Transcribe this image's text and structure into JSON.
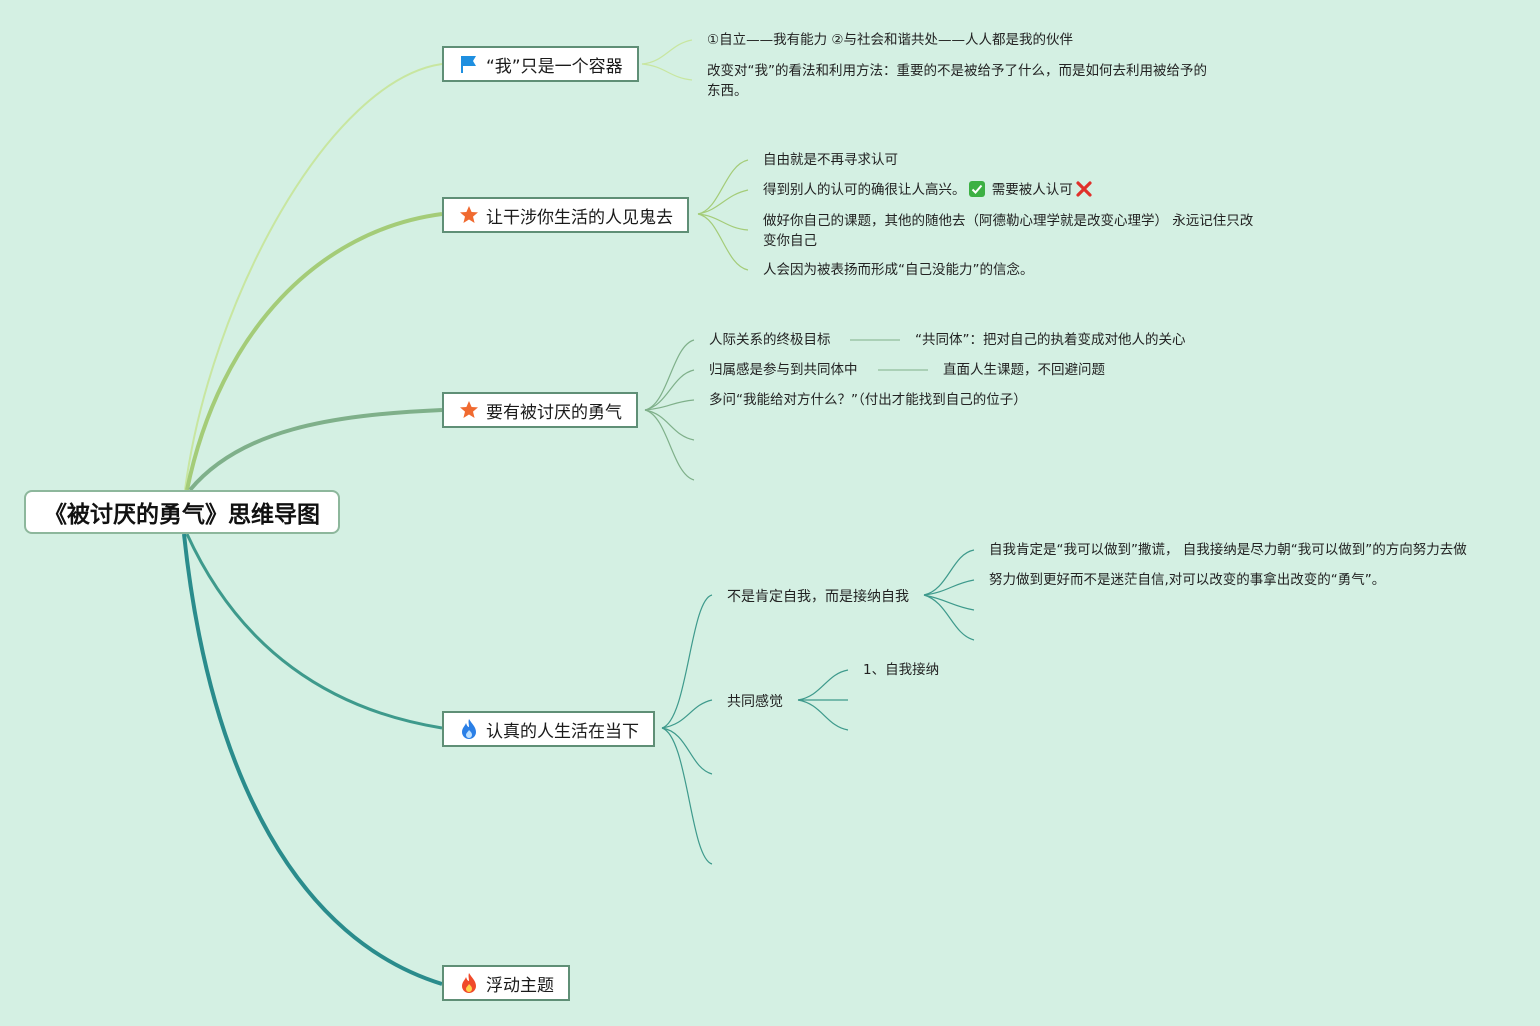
{
  "root": {
    "title": "《被讨厌的勇气》思维导图"
  },
  "topics": [
    {
      "label": "“我”只是一个容器",
      "icon": "flag-icon",
      "children": [
        "①自立——我有能力 ②与社会和谐共处——人人都是我的伙伴",
        "改变对“我”的看法和利用方法：重要的不是被给予了什么，而是如何去利用被给予的东西。"
      ]
    },
    {
      "label": "让干涉你生活的人见鬼去",
      "icon": "star-icon",
      "children": [
        "自由就是不再寻求认可",
        {
          "before": "得到别人的认可的确很让人高兴。",
          "mid": " 需要被人认可",
          "check_icon": "check-mark-icon",
          "cross_icon": "cross-mark-icon"
        },
        "做好你自己的课题，其他的随他去（阿德勒心理学就是改变心理学） 永远记住只改变你自己",
        "人会因为被表扬而形成“自己没能力”的信念。"
      ]
    },
    {
      "label": "要有被讨厌的勇气",
      "icon": "star-icon",
      "children": [
        {
          "text": "人际关系的终极目标",
          "child": "“共同体”：把对自己的执着变成对他人的关心"
        },
        {
          "text": "归属感是参与到共同体中",
          "child": "直面人生课题，不回避问题"
        },
        "多问“我能给对方什么？”（付出才能找到自己的位子）"
      ]
    },
    {
      "label": "认真的人生活在当下",
      "icon": "drop-flame-icon",
      "children": [
        {
          "text": "不是肯定自我，而是接纳自我",
          "children": [
            "自我肯定是“我可以做到”撒谎， 自我接纳是尽力朝“我可以做到”的方向努力去做",
            "努力做到更好而不是迷茫自信,对可以改变的事拿出改变的“勇气”。"
          ]
        },
        {
          "text": "共同感觉",
          "children": [
            "1、自我接纳"
          ]
        }
      ]
    },
    {
      "label": "浮动主题",
      "icon": "fire-icon",
      "children": []
    }
  ],
  "colors": {
    "background": "#d4f0e3",
    "branch1": "#c8e6a0",
    "branch2": "#a4cc78",
    "branch3": "#7fb08a",
    "branch4": "#3e9a8c",
    "branch5": "#2a8c8c",
    "flag": "#1e8fe0",
    "star": "#f06a30",
    "flame_blue": "#2a7fe6",
    "fire": "#f04a2a",
    "check": "#3cb043",
    "cross": "#e0302a"
  }
}
